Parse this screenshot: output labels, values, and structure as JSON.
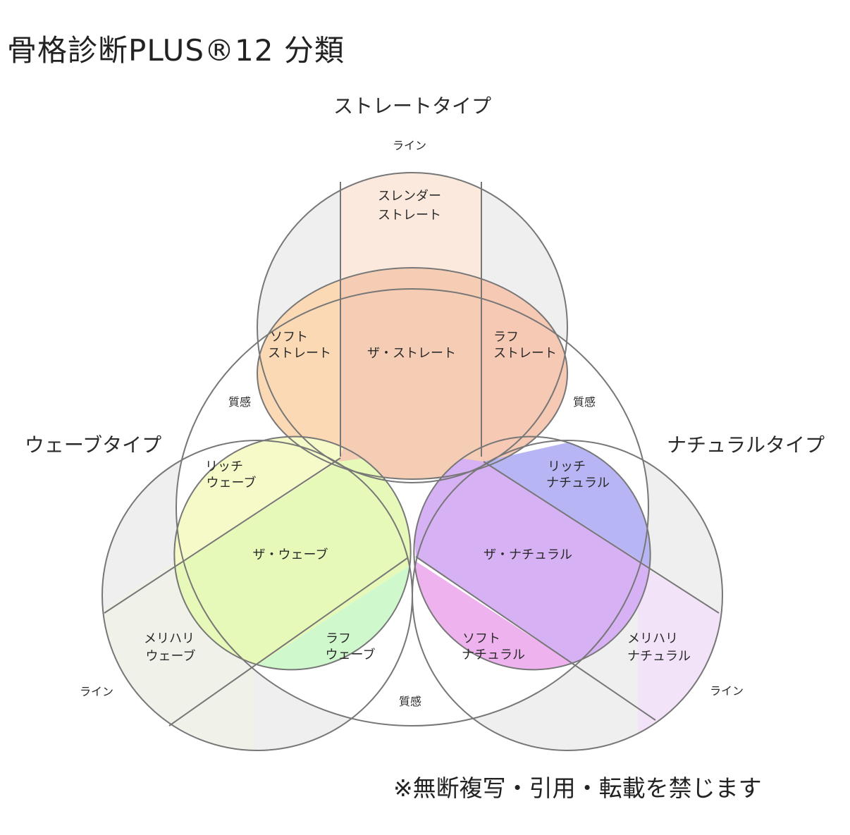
{
  "title": "骨格診断PLUS®12 分類",
  "footer": "※無断複写・引用・転載を禁じます",
  "types": {
    "straight": "ストレートタイプ",
    "wave": "ウェーブタイプ",
    "natural": "ナチュラルタイプ"
  },
  "axis_labels": {
    "line_top": "ライン",
    "line_left": "ライン",
    "line_right": "ライン",
    "texture_left": "質感",
    "texture_right": "質感",
    "texture_bottom": "質感"
  },
  "regions": {
    "slender_straight": [
      "スレンダー",
      "ストレート"
    ],
    "soft_straight": [
      "ソフト",
      "ストレート"
    ],
    "the_straight": [
      "ザ・ストレート"
    ],
    "rough_straight": [
      "ラフ",
      "ストレート"
    ],
    "rich_wave": [
      "リッチ",
      "ウェーブ"
    ],
    "the_wave": [
      "ザ・ウェーブ"
    ],
    "merihari_wave": [
      "メリハリ",
      "ウェーブ"
    ],
    "rough_wave": [
      "ラフ",
      "ウェーブ"
    ],
    "rich_natural": [
      "リッチ",
      "ナチュラル"
    ],
    "the_natural": [
      "ザ・ナチュラル"
    ],
    "soft_natural": [
      "ソフト",
      "ナチュラル"
    ],
    "merihari_natural": [
      "メリハリ",
      "ナチュラル"
    ]
  },
  "colors": {
    "outline": "#777777",
    "outer_gray": "#efefef",
    "slender_straight": "#fae9dc",
    "soft_straight": "#fad9b4",
    "the_straight": "#f5cdb4",
    "rough_straight": "#f6c9b4",
    "rich_wave": "#f6fac8",
    "the_wave": "#e7f9b9",
    "rough_wave": "#cff9cd",
    "merihari_wave": "#f0f2ea",
    "rich_natural": "#b7b5f4",
    "the_natural": "#d6b1f4",
    "soft_natural": "#eeb3ee",
    "merihari_natural": "#f2e3f8"
  }
}
